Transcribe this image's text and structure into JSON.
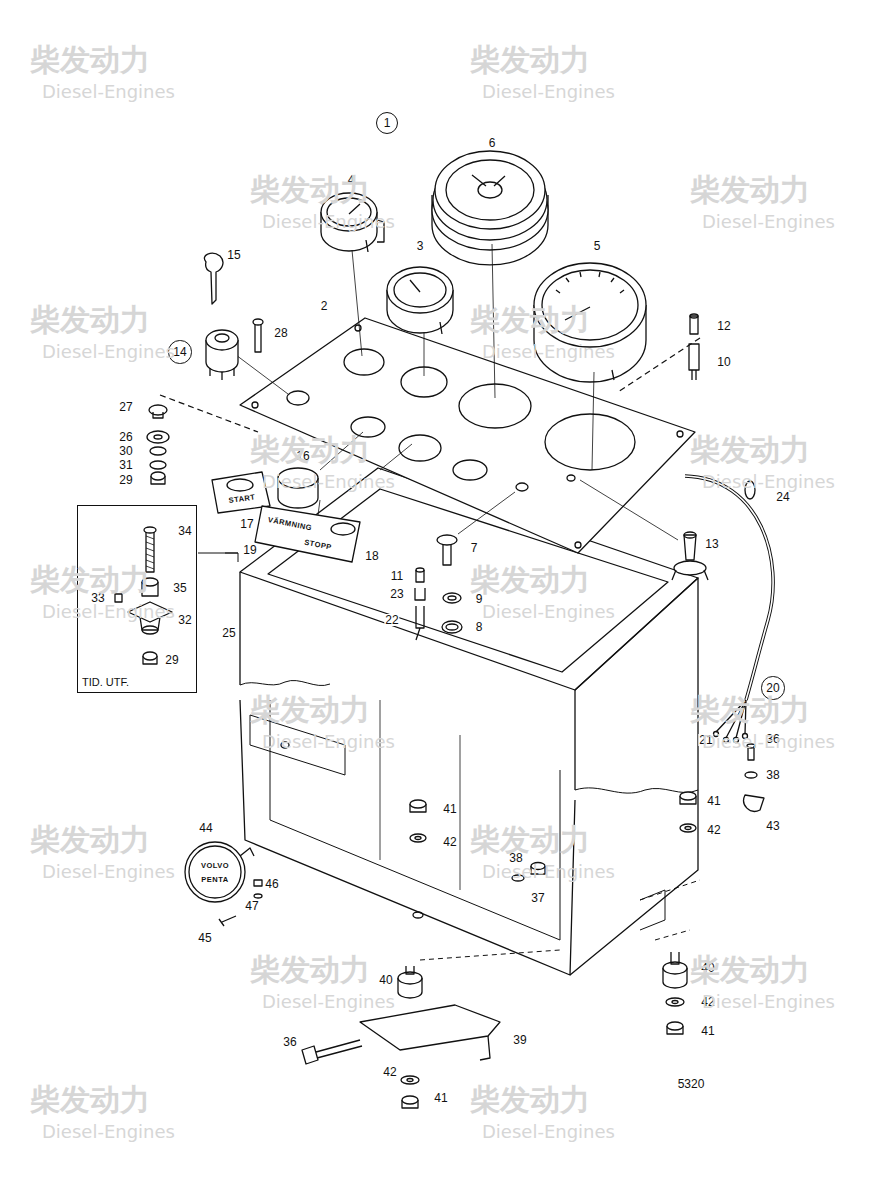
{
  "diagram": {
    "nodes": [
      {
        "text": [
          "1"
        ]
      },
      {
        "text": [
          "14"
        ]
      },
      {
        "text": [
          "TID. UTF."
        ]
      },
      {
        "text": [
          "20"
        ]
      }
    ],
    "labels": [
      "4",
      "6",
      "3",
      "5",
      "15",
      "28",
      "2",
      "12",
      "10",
      "27",
      "26",
      "30",
      "31",
      "29",
      "16",
      "17",
      "19",
      "18",
      "24",
      "13",
      "7",
      "11",
      "23",
      "9",
      "22",
      "8",
      "25",
      "34",
      "33",
      "35",
      "32",
      "29",
      "21",
      "36",
      "38",
      "43",
      "41",
      "42",
      "41",
      "42",
      "44",
      "46",
      "47",
      "45",
      "38",
      "37",
      "40",
      "40",
      "42",
      "41",
      "39",
      "36",
      "42",
      "41",
      "5320",
      "START",
      "VÄRMNING",
      "STOPP",
      "VOLVO",
      "PENTA",
      "柴发动力",
      "Diesel-Engines",
      "柴发动力",
      "Diesel-Engines",
      "柴发动力",
      "Diesel-Engines",
      "柴发动力",
      "Diesel-Engines",
      "柴发动力",
      "Diesel-Engines",
      "柴发动力",
      "Diesel-Engines",
      "柴发动力",
      "Diesel-Engines",
      "柴发动力",
      "Diesel-Engines",
      "柴发动力",
      "Diesel-Engines",
      "柴发动力",
      "Diesel-Engines",
      "柴发动力",
      "Diesel-Engines",
      "柴发动力",
      "Diesel-Engines",
      "柴发动力",
      "Diesel-Engines",
      "柴发动力",
      "Diesel-Engines",
      "柴发动力",
      "Diesel-Engines",
      "柴发动力",
      "Diesel-Engines",
      "柴发动力",
      "Diesel-Engines",
      "柴发动力",
      "Diesel-Engines"
    ]
  }
}
